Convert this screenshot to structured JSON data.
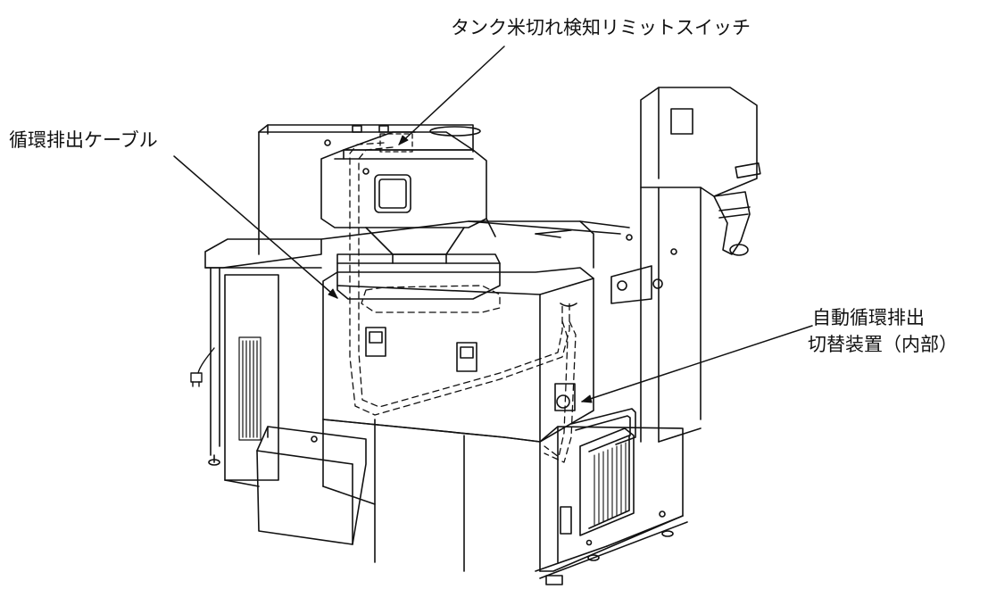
{
  "labels": {
    "tank_rice_out_switch": "タンク米切れ検知リミットスイッチ",
    "circulation_cable": "循環排出ケーブル",
    "auto_switch_line1": "自動循環排出",
    "auto_switch_line2": "切替装置（内部）"
  }
}
